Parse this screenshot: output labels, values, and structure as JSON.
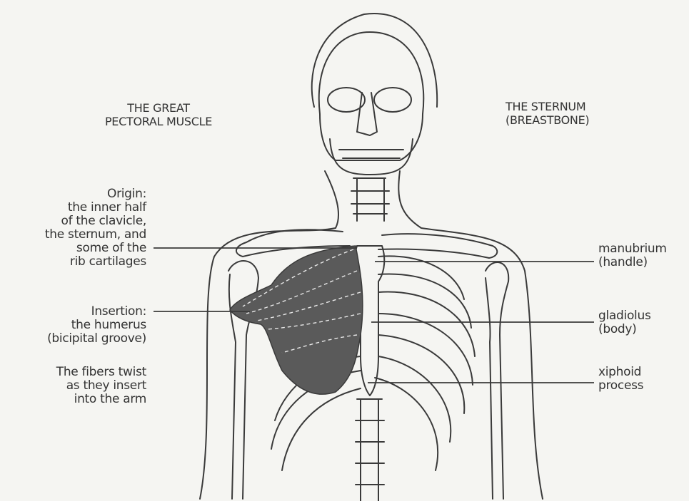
{
  "headings": {
    "pectoral": [
      "THE GREAT",
      "PECTORAL MUSCLE"
    ],
    "sternum": [
      "THE STERNUM",
      "(BREASTBONE)"
    ]
  },
  "left_labels": {
    "origin": [
      "Origin:",
      "the inner half",
      "of the clavicle,",
      "the sternum, and",
      "some of the",
      "rib cartilages"
    ],
    "insertion": [
      "Insertion:",
      "the humerus",
      "(bicipital groove)"
    ],
    "fibers": [
      "The fibers twist",
      "as they insert",
      "into the arm"
    ]
  },
  "right_labels": {
    "manubrium": [
      "manubrium",
      "(handle)"
    ],
    "gladiolus": [
      "gladiolus",
      "(body)"
    ],
    "xiphoid": [
      "xiphoid",
      "process"
    ]
  },
  "colors": {
    "ink": "#3a3a3a",
    "muscle_fill": "#5a5a5a",
    "paper": "#f5f5f2"
  }
}
